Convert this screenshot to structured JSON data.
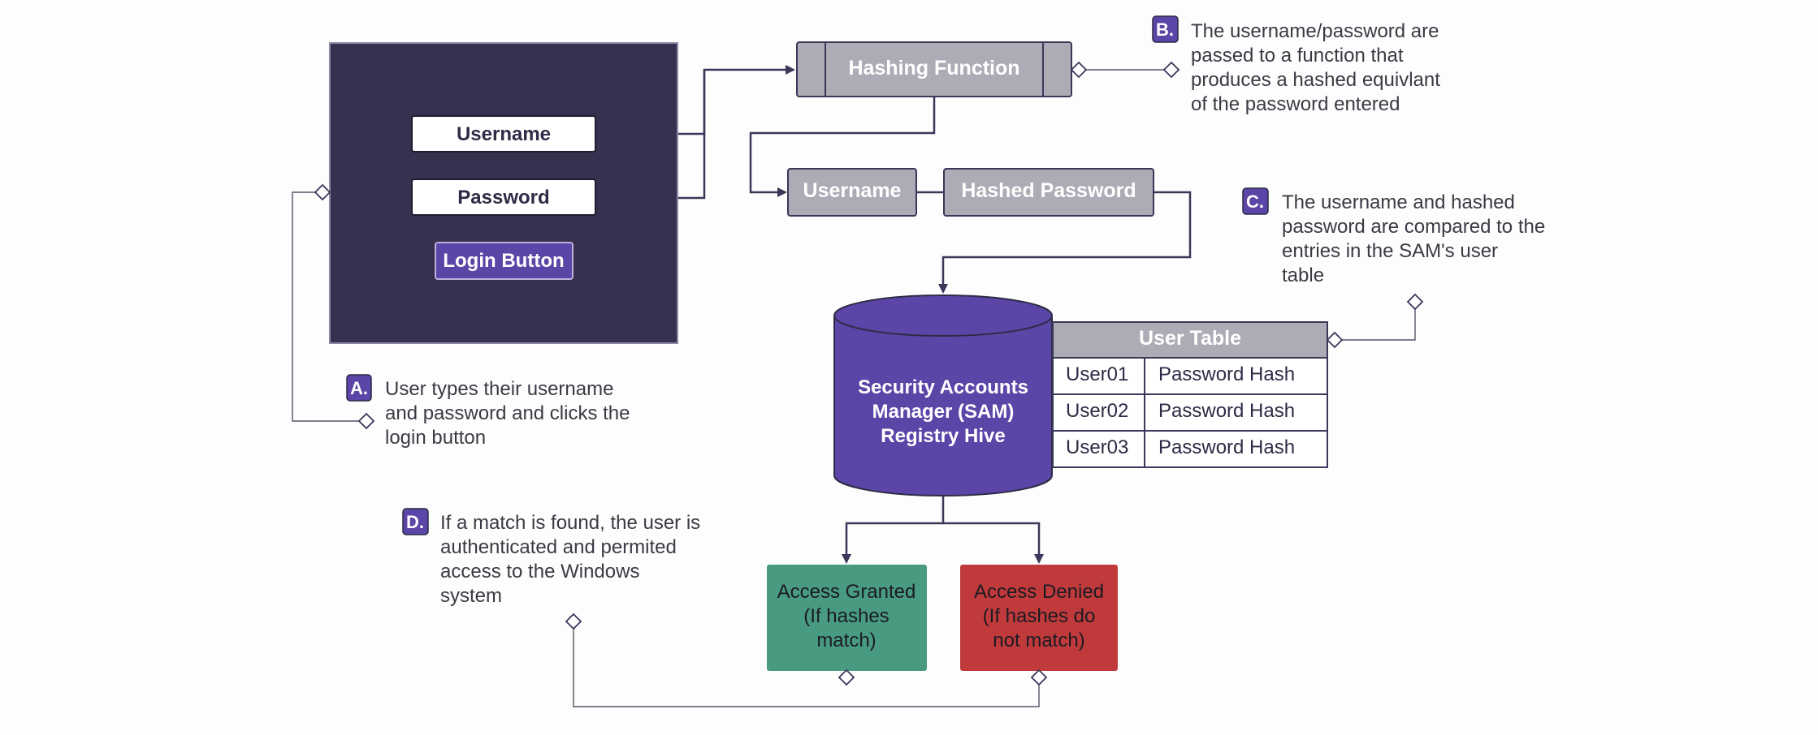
{
  "login_panel": {
    "username_label": "Username",
    "password_label": "Password",
    "login_button_label": "Login Button"
  },
  "hashing": {
    "title": "Hashing Function"
  },
  "hashed_credentials": {
    "username_label": "Username",
    "hashed_password_label": "Hashed Password"
  },
  "sam": {
    "lines": [
      "Security Accounts",
      "Manager (SAM)",
      "Registry Hive"
    ]
  },
  "user_table": {
    "title": "User Table",
    "rows": [
      {
        "user": "User01",
        "hash": "Password Hash"
      },
      {
        "user": "User02",
        "hash": "Password Hash"
      },
      {
        "user": "User03",
        "hash": "Password Hash"
      }
    ]
  },
  "outcomes": {
    "granted": [
      "Access Granted",
      "(If hashes",
      "match)"
    ],
    "denied": [
      "Access Denied",
      "(If hashes do",
      "not match)"
    ]
  },
  "notes": {
    "a": {
      "badge": "A.",
      "lines": [
        "User types their username",
        "and password and clicks the",
        "login button"
      ]
    },
    "b": {
      "badge": "B.",
      "lines": [
        "The username/password are",
        "passed to a function that",
        "produces a hashed equivlant",
        "of the password entered"
      ]
    },
    "c": {
      "badge": "C.",
      "lines": [
        "The username and hashed",
        "password are compared to the",
        "entries in the SAM's user",
        "table"
      ]
    },
    "d": {
      "badge": "D.",
      "lines": [
        "If a match is found, the user is",
        "authenticated and permited",
        "access to the Windows",
        "system"
      ]
    }
  },
  "colors": {
    "panel": "#37304f",
    "purple": "#5b46a8",
    "gray_box": "#aeabb6",
    "granted": "#489a80",
    "denied": "#c03a3c",
    "line": "#3a3758"
  }
}
